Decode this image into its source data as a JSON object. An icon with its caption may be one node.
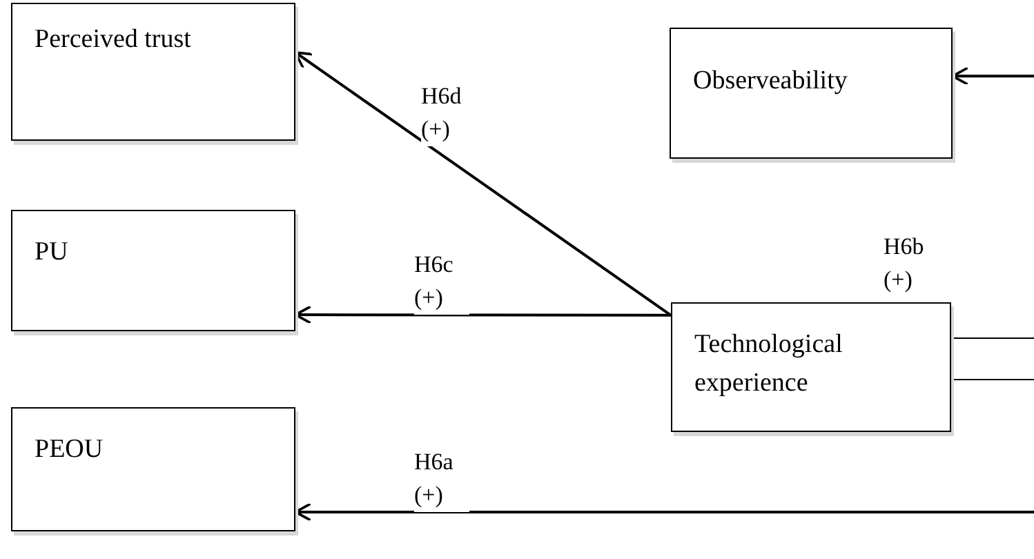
{
  "diagram": {
    "nodes": [
      {
        "text": [
          "Perceived trust"
        ]
      },
      {
        "text": [
          "PU"
        ]
      },
      {
        "text": [
          "PEOU"
        ]
      },
      {
        "text": [
          "Observeability"
        ]
      },
      {
        "text": [
          "Technological experience"
        ]
      }
    ],
    "edges": [
      {
        "from": 4,
        "to": 0,
        "arrow": "to",
        "label": "H6d (+)"
      },
      {
        "from": 4,
        "to": 1,
        "arrow": "to",
        "label": "H6c (+)"
      },
      {
        "from": null,
        "to": 3,
        "arrow": "to"
      },
      {
        "from": 4,
        "to": null,
        "arrow": "none",
        "label": "H6b (+)"
      },
      {
        "from": null,
        "to": 2,
        "arrow": "to",
        "label": "H6a (+)"
      }
    ]
  }
}
